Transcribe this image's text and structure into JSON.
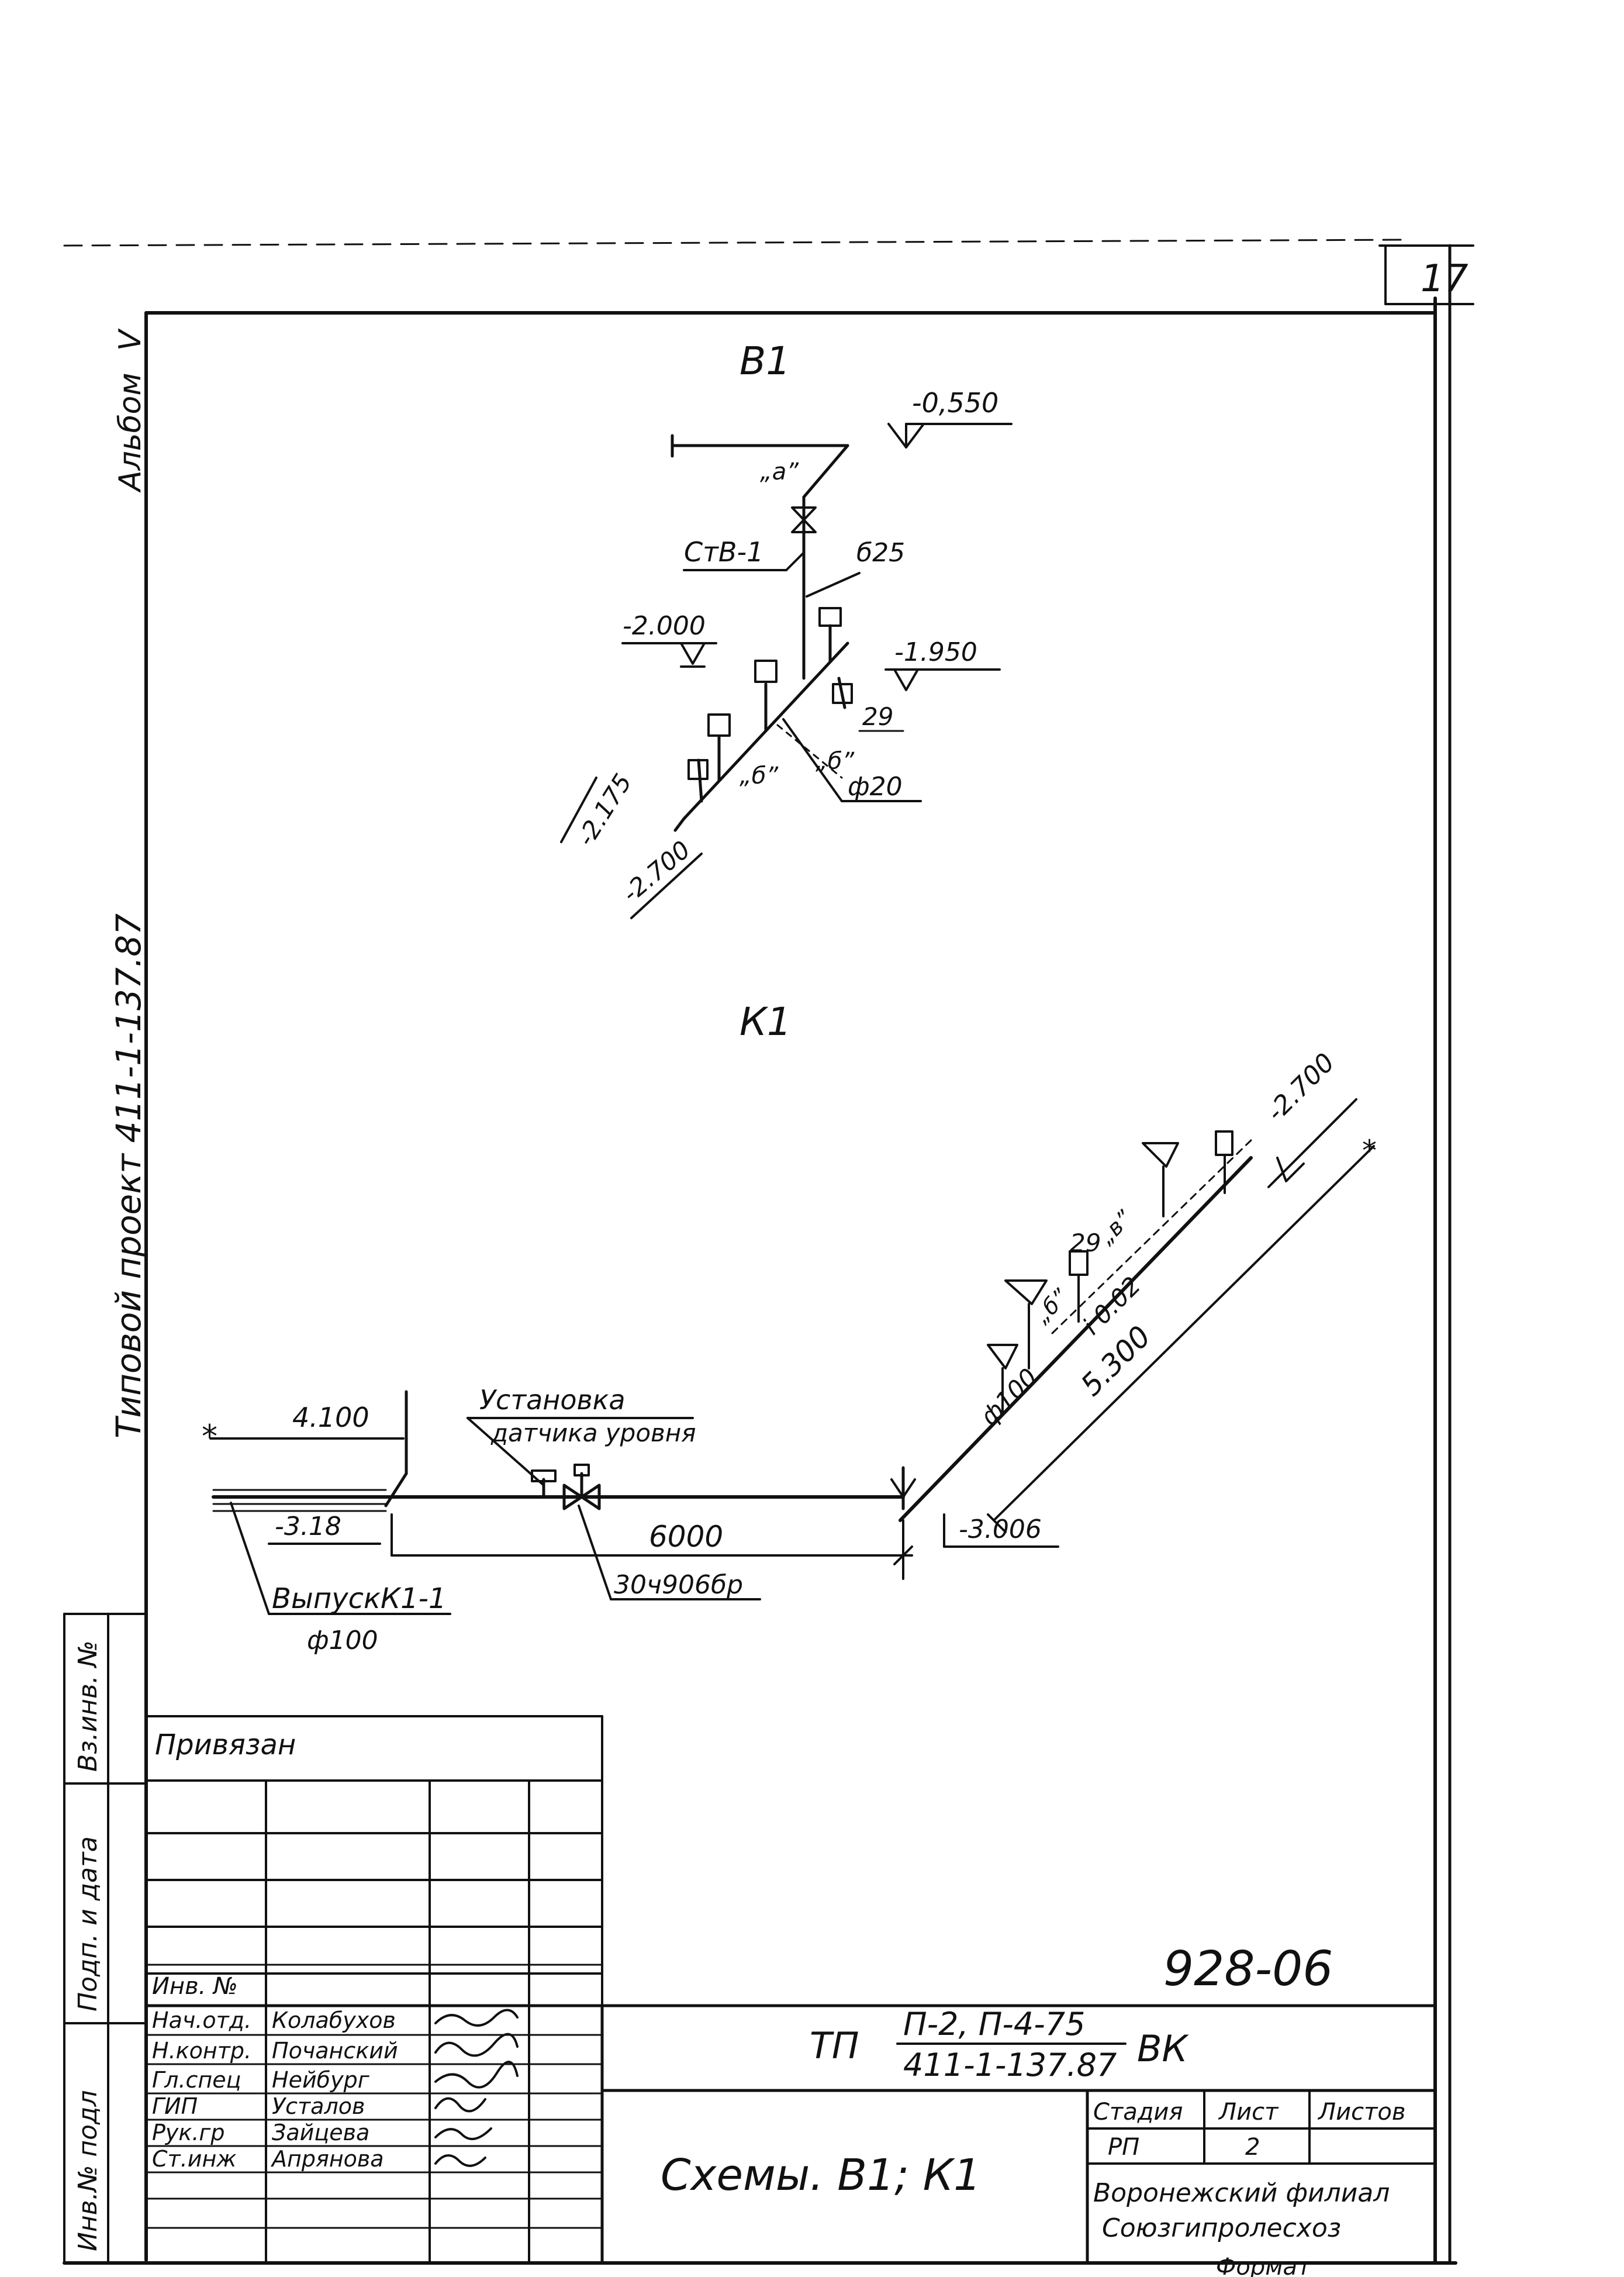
{
  "sheet": {
    "page_number": "17",
    "album_label": "Альбом",
    "album_number": "V",
    "project_label": "Типовой проект 411-1-137.87"
  },
  "b1": {
    "title": "В1",
    "level_top": "-0,550",
    "point_a": "„а”",
    "riser_label": "СтВ-1",
    "pipe_diameter": "б25",
    "level_2000": "-2.000",
    "level_1950": "-1.950",
    "num_29": "29",
    "point_b1": "„б”",
    "point_b2": "„б”",
    "diam_20": "ф20",
    "level_2175": "-2.175",
    "level_2700": "-2.700"
  },
  "k1": {
    "title": "К1",
    "level_2700": "-2.700",
    "num_29": "29",
    "point_b": "„б”",
    "point_v": "„в”",
    "slope_002": "i 0.02",
    "diam_100": "ф100",
    "len_5300": "5.300",
    "len_4100": "4.100",
    "sensor_line1": "Установка",
    "sensor_line2": "датчика уровня",
    "level_318": "-3.18",
    "len_6000": "6000",
    "level_3006": "-3.006",
    "valve_label": "30ч906бр",
    "outlet_line1": "ВыпускК1-1",
    "outlet_line2": "ф100"
  },
  "side": {
    "vz_inv": "Вз.инв. №",
    "podp_data": "Подп. и дата",
    "inv_podl": "Инв.№ подл"
  },
  "title_block": {
    "privyazan": "Привязан",
    "inv_no": "Инв. №",
    "roles": [
      "Нач.отд.",
      "Н.контр.",
      "Гл.спец",
      "ГИП",
      "Рук.гр",
      "Ст.инж"
    ],
    "names": [
      "Колабухов",
      "Почанский",
      "Нейбург",
      "Усталов",
      "Зайцева",
      "Апрянова"
    ],
    "doc_number": "928-06",
    "tp_prefix": "ТП",
    "tp_top": "П-2, П-4-75",
    "tp_bottom": "411-1-137.87",
    "tp_suffix": "ВК",
    "sheet_title": "Схемы. В1; К1",
    "stage_header": "Стадия",
    "list_header": "Лист",
    "lists_header": "Листов",
    "stage_value": "РП",
    "list_value": "2",
    "org_line1": "Воронежский филиал",
    "org_line2": "Союзгипролесхоз",
    "footer": "Формат"
  }
}
